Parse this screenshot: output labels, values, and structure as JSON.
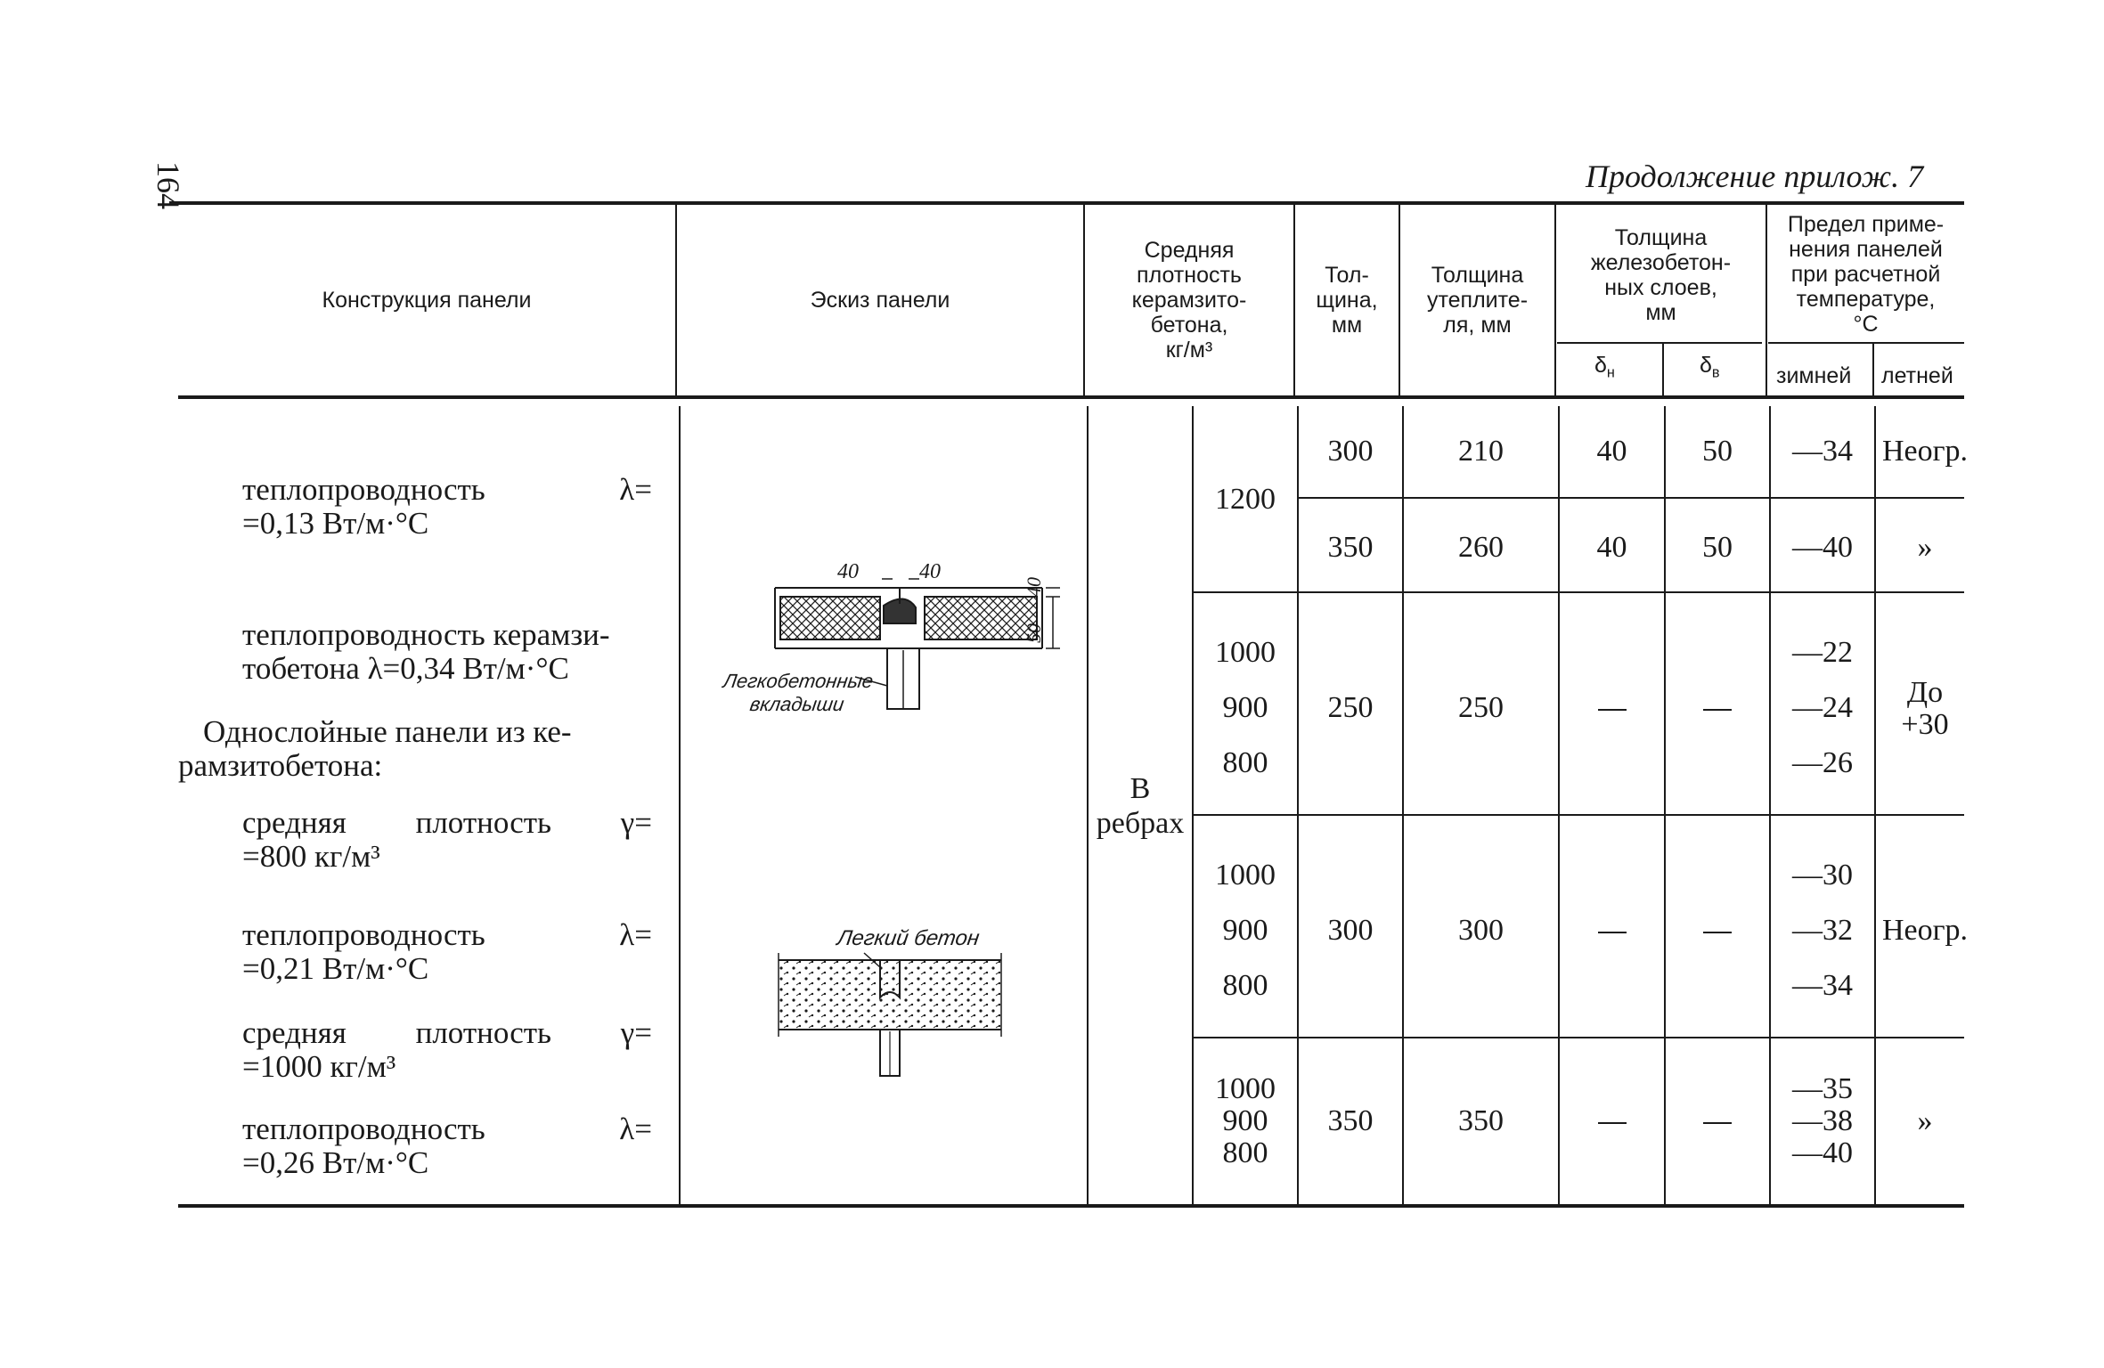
{
  "page_number": "164",
  "continuation": "Продолжение прилож. 7",
  "headers": {
    "construction": "Конструкция панели",
    "sketch": "Эскиз панели",
    "density": [
      "Средняя",
      "плотность",
      "керамзито-",
      "бетона,",
      "кг/м³"
    ],
    "thickness": [
      "Тол-",
      "щина,",
      "мм"
    ],
    "insulation": [
      "Толщина",
      "утеплите-",
      "ля, мм"
    ],
    "rc_layers": [
      "Толщина",
      "железобетон-",
      "ных слоев,",
      "мм"
    ],
    "delta_n": "δ",
    "delta_n_sub": "н",
    "delta_v": "δ",
    "delta_v_sub": "в",
    "limit": [
      "Предел приме-",
      "нения панелей",
      "при расчетной",
      "температуре,",
      "°С"
    ],
    "winter": "зимней",
    "summer": "летней"
  },
  "left_text": {
    "t1a_l": "теплопроводность",
    "t1a_r": "λ=",
    "t1b": "=0,13  Вт/м·°С",
    "t2a": "теплопроводность керамзи-",
    "t2b": "тобетона  λ=0,34  Вт/м·°С",
    "t3a": "Однослойные  панели  из  ке-",
    "t3b": "рамзитобетона:",
    "t4a_l": "средняя",
    "t4a_m": "плотность",
    "t4a_r": "γ=",
    "t4b": "=800 кг/м³",
    "t5a_l": "теплопроводность",
    "t5a_r": "λ=",
    "t5b": "=0,21  Вт/м·°С",
    "t6a_l": "средняя",
    "t6a_m": "плотность",
    "t6a_r": "γ=",
    "t6b": "=1000 кг/м³",
    "t7a_l": "теплопроводность",
    "t7a_r": "λ=",
    "t7b": "=0,26 Вт/м·°С"
  },
  "sketch_labels": {
    "dim40a": "40",
    "dim40b": "40",
    "dim40c": "40",
    "dim50": "50",
    "inserts1": "Легкобетонные",
    "inserts2": "вкладыши",
    "light_concrete": "Легкий бетон"
  },
  "in_ribs": [
    "В",
    "ребрах"
  ],
  "rows": [
    {
      "density": "1200",
      "thick": [
        "300",
        "350"
      ],
      "ins": [
        "210",
        "260"
      ],
      "dn": [
        "40",
        "40"
      ],
      "dv": [
        "50",
        "50"
      ],
      "winter": [
        "—34",
        "—40"
      ],
      "summer": [
        "Неогр.",
        "»"
      ]
    },
    {
      "density": [
        "1000",
        "900",
        "800"
      ],
      "thick": "250",
      "ins": "250",
      "winter": [
        "—22",
        "—24",
        "—26"
      ],
      "summer": [
        "До",
        "+30"
      ]
    },
    {
      "density": [
        "1000",
        "900",
        "800"
      ],
      "thick": "300",
      "ins": "300",
      "winter": [
        "—30",
        "—32",
        "—34"
      ],
      "summer": "Неогр."
    },
    {
      "density": [
        "1000",
        "900",
        "800"
      ],
      "thick": "350",
      "ins": "350",
      "winter": [
        "—35",
        "—38",
        "—40"
      ],
      "summer": "»"
    }
  ]
}
